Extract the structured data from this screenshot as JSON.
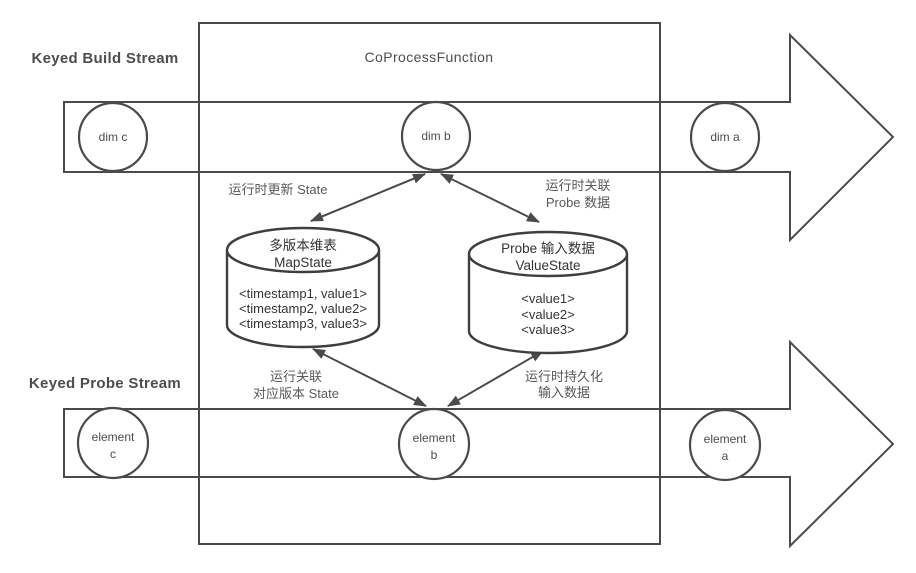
{
  "colors": {
    "line": "#4a4a4a",
    "label_text": "#595959",
    "cylinder_text": "#333333",
    "shape_fill": "#ffffff",
    "background": "#ffffff"
  },
  "title": "CoProcessFunction",
  "streams": {
    "build": {
      "label": "Keyed Build Stream",
      "node_c": "dim c",
      "node_b": "dim b",
      "node_a": "dim a"
    },
    "probe": {
      "label": "Keyed Probe Stream",
      "node_c_line1": "element",
      "node_c_line2": "c",
      "node_b_line1": "element",
      "node_b_line2": "b",
      "node_a_line1": "element",
      "node_a_line2": "a"
    }
  },
  "cylinders": {
    "map_state": {
      "title_line1": "多版本维表",
      "title_line2": "MapState",
      "rows": [
        "<timestamp1, value1>",
        "<timestamp2, value2>",
        "<timestamp3, value3>"
      ]
    },
    "value_state": {
      "title_line1": "Probe 输入数据",
      "title_line2": "ValueState",
      "rows": [
        "<value1>",
        "<value2>",
        "<value3>"
      ]
    }
  },
  "edge_labels": {
    "update_state": {
      "line1": "运行时更新 State"
    },
    "join_probe": {
      "line1": "运行时关联",
      "line2": "Probe 数据"
    },
    "read_state": {
      "line1": "运行关联",
      "line2": "对应版本 State"
    },
    "persist_input": {
      "line1": "运行时持久化",
      "line2": "输入数据"
    }
  }
}
